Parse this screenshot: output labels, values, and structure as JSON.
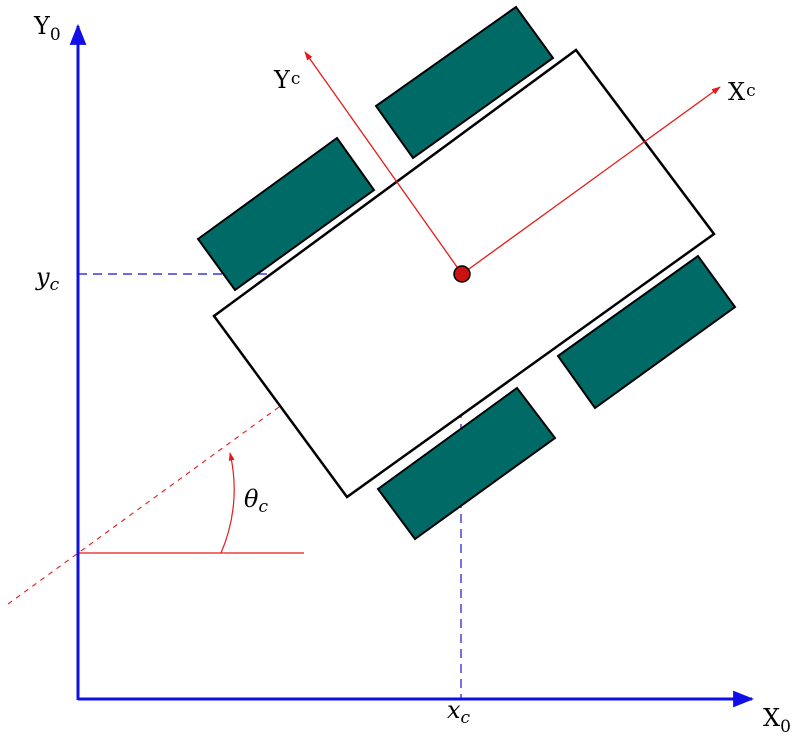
{
  "colors": {
    "axis": "#1010e6",
    "frame": "#e41a1a",
    "wheel_fill": "#006a66",
    "outline": "#000000",
    "guide": "#1515d0",
    "center_fill": "#cc1111"
  },
  "labels": {
    "y0": {
      "main": "Y",
      "sub": "0"
    },
    "x0": {
      "main": "X",
      "sub": "0"
    },
    "yc": {
      "main": "y",
      "sub": "c"
    },
    "xc": {
      "main": "x",
      "sub": "c"
    },
    "Xc": {
      "main": "X",
      "sub": "c"
    },
    "Yc": {
      "main": "Y",
      "sub": "c"
    },
    "theta": {
      "main": "θ",
      "sub": "c"
    }
  }
}
